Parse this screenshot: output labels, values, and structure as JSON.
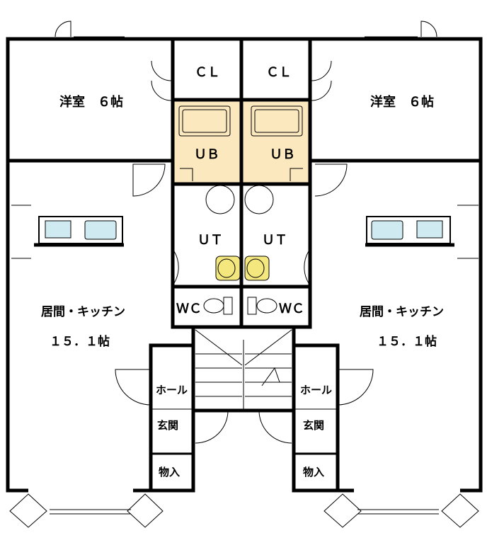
{
  "colors": {
    "wall": "#000000",
    "bath_fill": "#fbe8bf",
    "sink_fill": "#f3e77d",
    "stove_fill": "#cfeaf0",
    "background": "#ffffff"
  },
  "rooms": {
    "left": {
      "western_room": "洋室　６帖",
      "closet": "ＣＬ",
      "bath": "ＵＢ",
      "utility": "ＵＴ",
      "toilet": "ＷＣ",
      "living_kitchen": "居間・キッチン",
      "living_size": "１５．１帖",
      "hall": "ホール",
      "entrance": "玄関",
      "storage": "物入"
    },
    "right": {
      "western_room": "洋室　６帖",
      "closet": "ＣＬ",
      "bath": "ＵＢ",
      "utility": "ＵＴ",
      "toilet": "ＷＣ",
      "living_kitchen": "居間・キッチン",
      "living_size": "１５．１帖",
      "hall": "ホール",
      "entrance": "玄関",
      "storage": "物入"
    }
  }
}
